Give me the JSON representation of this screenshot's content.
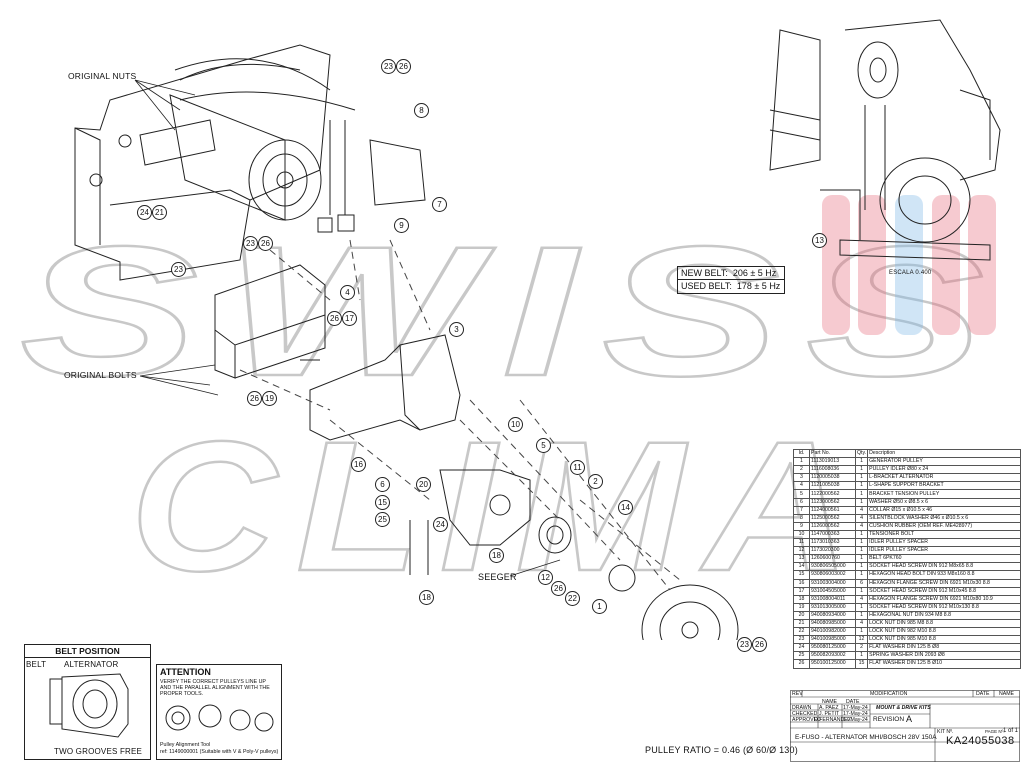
{
  "watermark": {
    "line1": "SWISS",
    "line2": "CLIMA"
  },
  "callouts": {
    "original_nuts": "ORIGINAL NUTS",
    "original_bolts": "ORIGINAL BOLTS",
    "seeger": "SEEGER",
    "pulley_ratio": "PULLEY RATIO = 0.46 (Ø 60/Ø 130)"
  },
  "item_numbers": [
    "23",
    "26",
    "8",
    "7",
    "9",
    "24",
    "21",
    "23",
    "26",
    "23",
    "4",
    "26",
    "17",
    "3",
    "26",
    "19",
    "16",
    "10",
    "5",
    "6",
    "15",
    "20",
    "25",
    "24",
    "11",
    "2",
    "14",
    "18",
    "12",
    "26",
    "22",
    "1",
    "18",
    "23",
    "26",
    "13"
  ],
  "inset": {
    "scale": "ESCALA 0.400",
    "new_belt": "NEW BELT:  206 ± 5 Hz",
    "used_belt": "USED BELT:  178 ± 5 Hz"
  },
  "bom": {
    "headers": [
      "Id.",
      "Part No.",
      "Qty.",
      "Description"
    ],
    "rows": [
      [
        "1",
        "1113019013",
        "1",
        "GENERATOR PULLEY"
      ],
      [
        "2",
        "1116008036",
        "1",
        "PULLEY IDLER Ø80 x 24"
      ],
      [
        "3",
        "1120005038",
        "1",
        "L-BRACKET ALTERNATOR"
      ],
      [
        "4",
        "1121005038",
        "1",
        "L-SHAPE SUPPORT BRACKET"
      ],
      [
        "5",
        "1122000562",
        "1",
        "BRACKET TENSION PULLEY"
      ],
      [
        "6",
        "1123000562",
        "1",
        "WASHER Ø50 x Ø8.5 x 6"
      ],
      [
        "7",
        "1124000561",
        "4",
        "COLLAR Ø15 x Ø10.5 x 46"
      ],
      [
        "8",
        "1125000562",
        "4",
        "SILENTBLOCK WASHER Ø46 x Ø10.5 x 6"
      ],
      [
        "9",
        "1126000562",
        "4",
        "CUSHION RUBBER (OEM REF. ME428977)"
      ],
      [
        "10",
        "1147000363",
        "1",
        "TENSIONER BOLT"
      ],
      [
        "11",
        "1173010363",
        "1",
        "IDLER PULLEY SPACER"
      ],
      [
        "12",
        "1173020300",
        "1",
        "IDLER PULLEY SPACER"
      ],
      [
        "13",
        "1260600760",
        "1",
        "BELT 6PK760"
      ],
      [
        "14",
        "930806505000",
        "1",
        "SOCKET HEAD SCREW DIN 912 M8x65 8.8"
      ],
      [
        "15",
        "930806003002",
        "1",
        "HEXAGON HEAD BOLT DIN 933 M8x160 8.8"
      ],
      [
        "16",
        "931003004000",
        "6",
        "HEXAGON FLANGE SCREW DIN 6921 M10x30 8.8"
      ],
      [
        "17",
        "931004505000",
        "1",
        "SOCKET HEAD SCREW DIN 912 M10x45 8.8"
      ],
      [
        "18",
        "931008004011",
        "4",
        "HEXAGON FLANGE SCREW DIN 6921 M10x80 10.9"
      ],
      [
        "19",
        "931013005000",
        "1",
        "SOCKET HEAD SCREW DIN 912 M10x130 8.8"
      ],
      [
        "20",
        "940080934000",
        "1",
        "HEXAGONAL NUT DIN 934 M8 8.8"
      ],
      [
        "21",
        "940080985000",
        "4",
        "LOCK NUT DIN 985 M8 8.8"
      ],
      [
        "22",
        "940100982000",
        "1",
        "LOCK NUT DIN 982 M10 8.8"
      ],
      [
        "23",
        "940100985000",
        "12",
        "LOCK NUT DIN 985 M10 8.8"
      ],
      [
        "24",
        "950080125000",
        "2",
        "FLAT WASHER DIN 125 B Ø8"
      ],
      [
        "25",
        "950082093002",
        "1",
        "SPRING WASHER DIN 2093 Ø8"
      ],
      [
        "26",
        "950100125000",
        "15",
        "FLAT WASHER DIN 125 B Ø10"
      ]
    ]
  },
  "title_block": {
    "rev": "REV",
    "modification": "MODIFICATION",
    "date": "DATE",
    "name": "NAME",
    "col_name": "NAME",
    "col_date": "DATE",
    "drawn": "DRAWN",
    "drawn_name": "A. PAEZ",
    "drawn_date": "17-May-24",
    "checked": "CHECKED",
    "checked_name": "J. PETIT",
    "checked_date": "17-May-24",
    "approved": "APPROVED",
    "approved_name": "D.FERNANDEZ",
    "approved_date": "17-May-24",
    "kit_type": "MOUNT & DRIVE KITS",
    "revision_label": "REVISION",
    "revision": "A",
    "title": "E-FUSO - ALTERNATOR MHI/BOSCH 28V 150A",
    "kit_no_label": "KIT Nº.",
    "kit_no": "KA24055038",
    "page_label": "PAGE Nº.",
    "page": "1 of 1"
  },
  "belt_position": {
    "title": "BELT POSITION",
    "belt": "BELT",
    "alternator": "ALTERNATOR",
    "grooves": "TWO GROOVES FREE"
  },
  "attention": {
    "title": "ATTENTION",
    "text": "VERIFY THE CORRECT PULLEYS LINE UP AND THE PARALLEL ALIGNMENT WITH THE PROPER TOOLS.",
    "tool": "Pulley Alignment Tool",
    "ref": "ref: 1149000001 (Suitable with V & Poly-V pulleys)"
  }
}
